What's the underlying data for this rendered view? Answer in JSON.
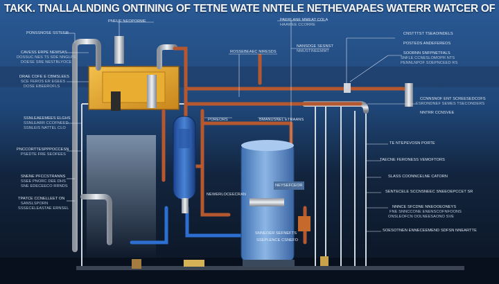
{
  "title": "TAKK. TNALLALNDING ONTINING OF TETNE WATE NNTELE NETHEVAPAES WATERR WATCER OFNIALS AFETY",
  "colors": {
    "background_top": "#2a5a96",
    "background_bottom": "#0b1422",
    "copper_pipe": "#b5582f",
    "silver_pipe": "#c9ced6",
    "blue_tank": "#6f9fd8",
    "blue_filter": "#2e63b5",
    "yellow_tank": "#e0a72a"
  },
  "labels": {
    "top_center": "PNEUE NEOPORME",
    "top_right_mid": "PAERLANE MMEAT COLA",
    "top_right_mid2": "HAAWEE CCORRE",
    "left_1": "PONSSNOSE SSTEER",
    "left_2a": "CAVESS ERPE NEWSAS",
    "left_2b": "DOSSUC NES TS SDE NNGLPS",
    "left_2c": "DOESE SRE NESTBLYOCE",
    "left_3a": "DRAE COFE E CBMSLEES",
    "left_3b": "SCE FEROS ER EGEES",
    "left_3c": "DOSE EBEEROFLS",
    "left_4a": "SSNLEAEEMEES ELGHS",
    "left_4b": "SSNLEARR CCOFNEED",
    "left_4c": "SSNLEIS NATTEL CLO",
    "left_5a": "PNCCORTTESPPPOCCESN",
    "left_5b": "PSEDTE FRE SEOFEES",
    "left_6a": "SNENE PFCCSTRANNS",
    "left_6b": "SSEE PNORC DEE DHS",
    "left_6c": "SNE EDECEECO RRNDS",
    "left_7a": "TPATCE CCNELLEET ON",
    "left_7b": "SANSLSPORN",
    "left_7c": "SSSECELEASTAE ERNSEL",
    "mid_1": "ROSSEBEAEC NIRESDS",
    "mid_2": "NANSDGE SESNST",
    "mid_2b": "NMUSTINEEMMT",
    "mid_3": "POREORS",
    "mid_4": "BMANUSNEL ETRAANS",
    "mid_5": "NEWERLOCEECRAN",
    "tank_band": "NEYSEFCEOR",
    "tank_1": "SNNEOER SEFNEFTS",
    "tank_2": "SSEPLENCE CSNEFO",
    "right_1": "CNSTTTST TSEAOINDELS",
    "right_2a": "POSTEDS ANDEFEREOS",
    "right_2b": "CCNNSNOF ENT SCREESEDCOFS",
    "right_2c": "ESRONDNEF SEMES TSECONDERS",
    "right_3a": "SOORNN SNFPNETFALS",
    "right_3b": "SNFLE CCNESLOMOPR NTS",
    "right_3c": "PENNLNPOF SOEPNCEED RS",
    "right_4": "NNTRR CCNSVEE",
    "right_5a": "TE NTEPEVOSN PORTE",
    "right_5b": "TAECNE FERONESS VEMOFTORS",
    "right_6": "SLASS COONNCELNE CATORN",
    "right_7": "SENTECELE SCCNSNEEC SNEEOEPCCET SR",
    "right_8a": "NNNCE SFCDNE NNEOOEONEYS",
    "right_8b": "FNE SNNCCONE ENENSCOFNFOONS",
    "right_8c": "ONSLEOFCN OOLNEESAONO SVE",
    "right_9": "SOESOTNEN ENNECEEMEND SDFSN NNEARTTE"
  }
}
